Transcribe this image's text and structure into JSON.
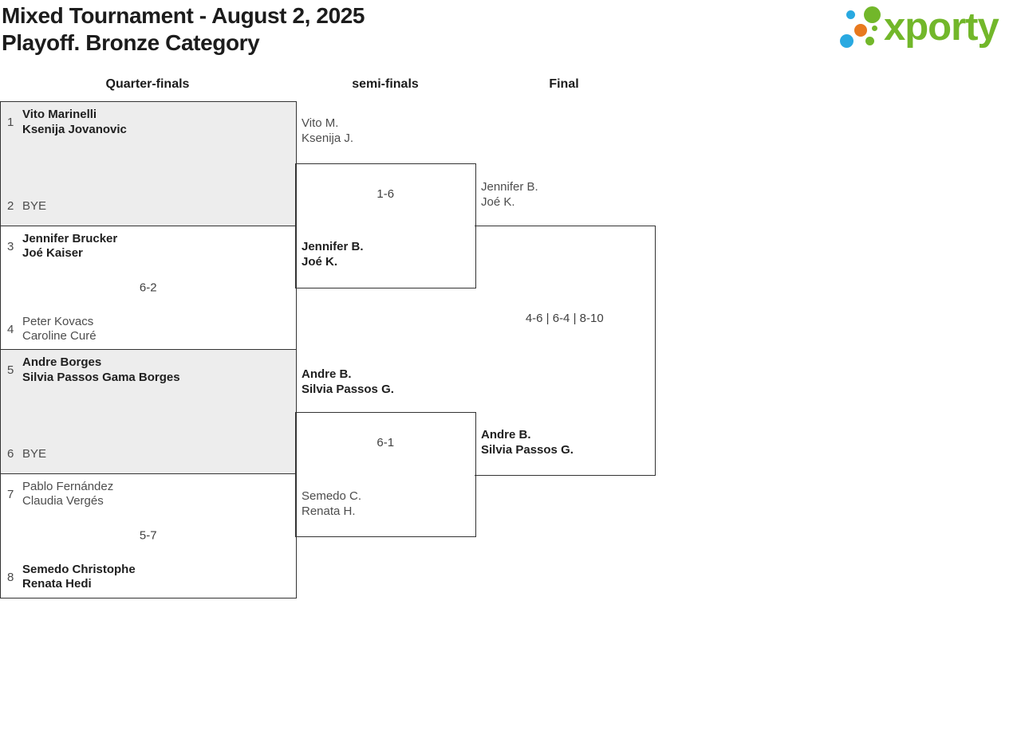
{
  "header": {
    "title_line1": "Mixed Tournament - August 2, 2025",
    "title_line2": "Playoff. Bronze Category"
  },
  "logo": {
    "wordmark": "xporty",
    "brand_green": "#72b72a",
    "brand_blue": "#29a9e1",
    "brand_orange": "#e8791e"
  },
  "round_headers": {
    "quarterfinals": "Quarter-finals",
    "semifinals": "semi-finals",
    "final": "Final"
  },
  "quarterfinals": [
    {
      "top_seed": "1",
      "top_name1": "Vito Marinelli",
      "top_name2": "Ksenija Jovanovic",
      "top_winner": true,
      "bottom_seed": "2",
      "bottom_name1": "BYE",
      "bottom_is_bye": true
    },
    {
      "top_seed": "3",
      "top_name1": "Jennifer Brucker",
      "top_name2": "Joé Kaiser",
      "top_winner": true,
      "score": "6-2",
      "bottom_seed": "4",
      "bottom_name1": "Peter Kovacs",
      "bottom_name2": "Caroline Curé",
      "bottom_winner": false
    },
    {
      "top_seed": "5",
      "top_name1": "Andre Borges",
      "top_name2": "Silvia Passos Gama Borges",
      "top_winner": true,
      "bottom_seed": "6",
      "bottom_name1": "BYE",
      "bottom_is_bye": true
    },
    {
      "top_seed": "7",
      "top_name1": "Pablo Fernández",
      "top_name2": "Claudia Vergés",
      "top_winner": false,
      "score": "5-7",
      "bottom_seed": "8",
      "bottom_name1": "Semedo Christophe",
      "bottom_name2": "Renata Hedi",
      "bottom_winner": true
    }
  ],
  "semifinals": [
    {
      "top_name1": "Vito M.",
      "top_name2": "Ksenija J.",
      "top_winner": false,
      "score": "1-6",
      "bottom_name1": "Jennifer B.",
      "bottom_name2": "Joé K.",
      "bottom_winner": true
    },
    {
      "top_name1": "Andre B.",
      "top_name2": "Silvia Passos G.",
      "top_winner": true,
      "score": "6-1",
      "bottom_name1": "Semedo C.",
      "bottom_name2": "Renata H.",
      "bottom_winner": false
    }
  ],
  "final": {
    "top_name1": "Jennifer B.",
    "top_name2": "Joé K.",
    "top_winner": false,
    "score": "4-6 | 6-4 | 8-10",
    "bottom_name1": "Andre B.",
    "bottom_name2": "Silvia Passos G.",
    "bottom_winner": true
  }
}
